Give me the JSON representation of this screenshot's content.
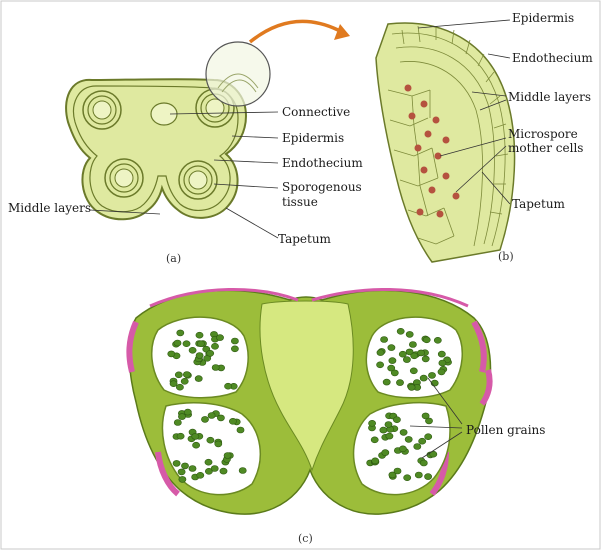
{
  "panels": {
    "a": {
      "tag": "(a)",
      "labels": {
        "connective": "Connective",
        "epidermis": "Epidermis",
        "endothecium": "Endothecium",
        "sporogenous_line1": "Sporogenous",
        "sporogenous_line2": "tissue",
        "middle_layers": "Middle layers",
        "tapetum": "Tapetum"
      }
    },
    "b": {
      "tag": "(b)",
      "labels": {
        "epidermis": "Epidermis",
        "endothecium": "Endothecium",
        "middle_layers": "Middle layers",
        "microspore_line1": "Microspore",
        "microspore_line2": "mother cells",
        "tapetum": "Tapetum"
      }
    },
    "c": {
      "tag": "(c)",
      "labels": {
        "pollen_grains": "Pollen grains"
      }
    }
  },
  "colors": {
    "tissue_fill": "#e6f0a8",
    "tissue_stroke": "#6b7a2a",
    "cell_fill": "#d8e89a",
    "nucleus": "#b5523f",
    "arrow": "#e07a1f",
    "section_green": "#7aa024",
    "section_light": "#d6e880",
    "epidermis_pink": "#d65aa8",
    "pollen": "#4f8a24"
  }
}
